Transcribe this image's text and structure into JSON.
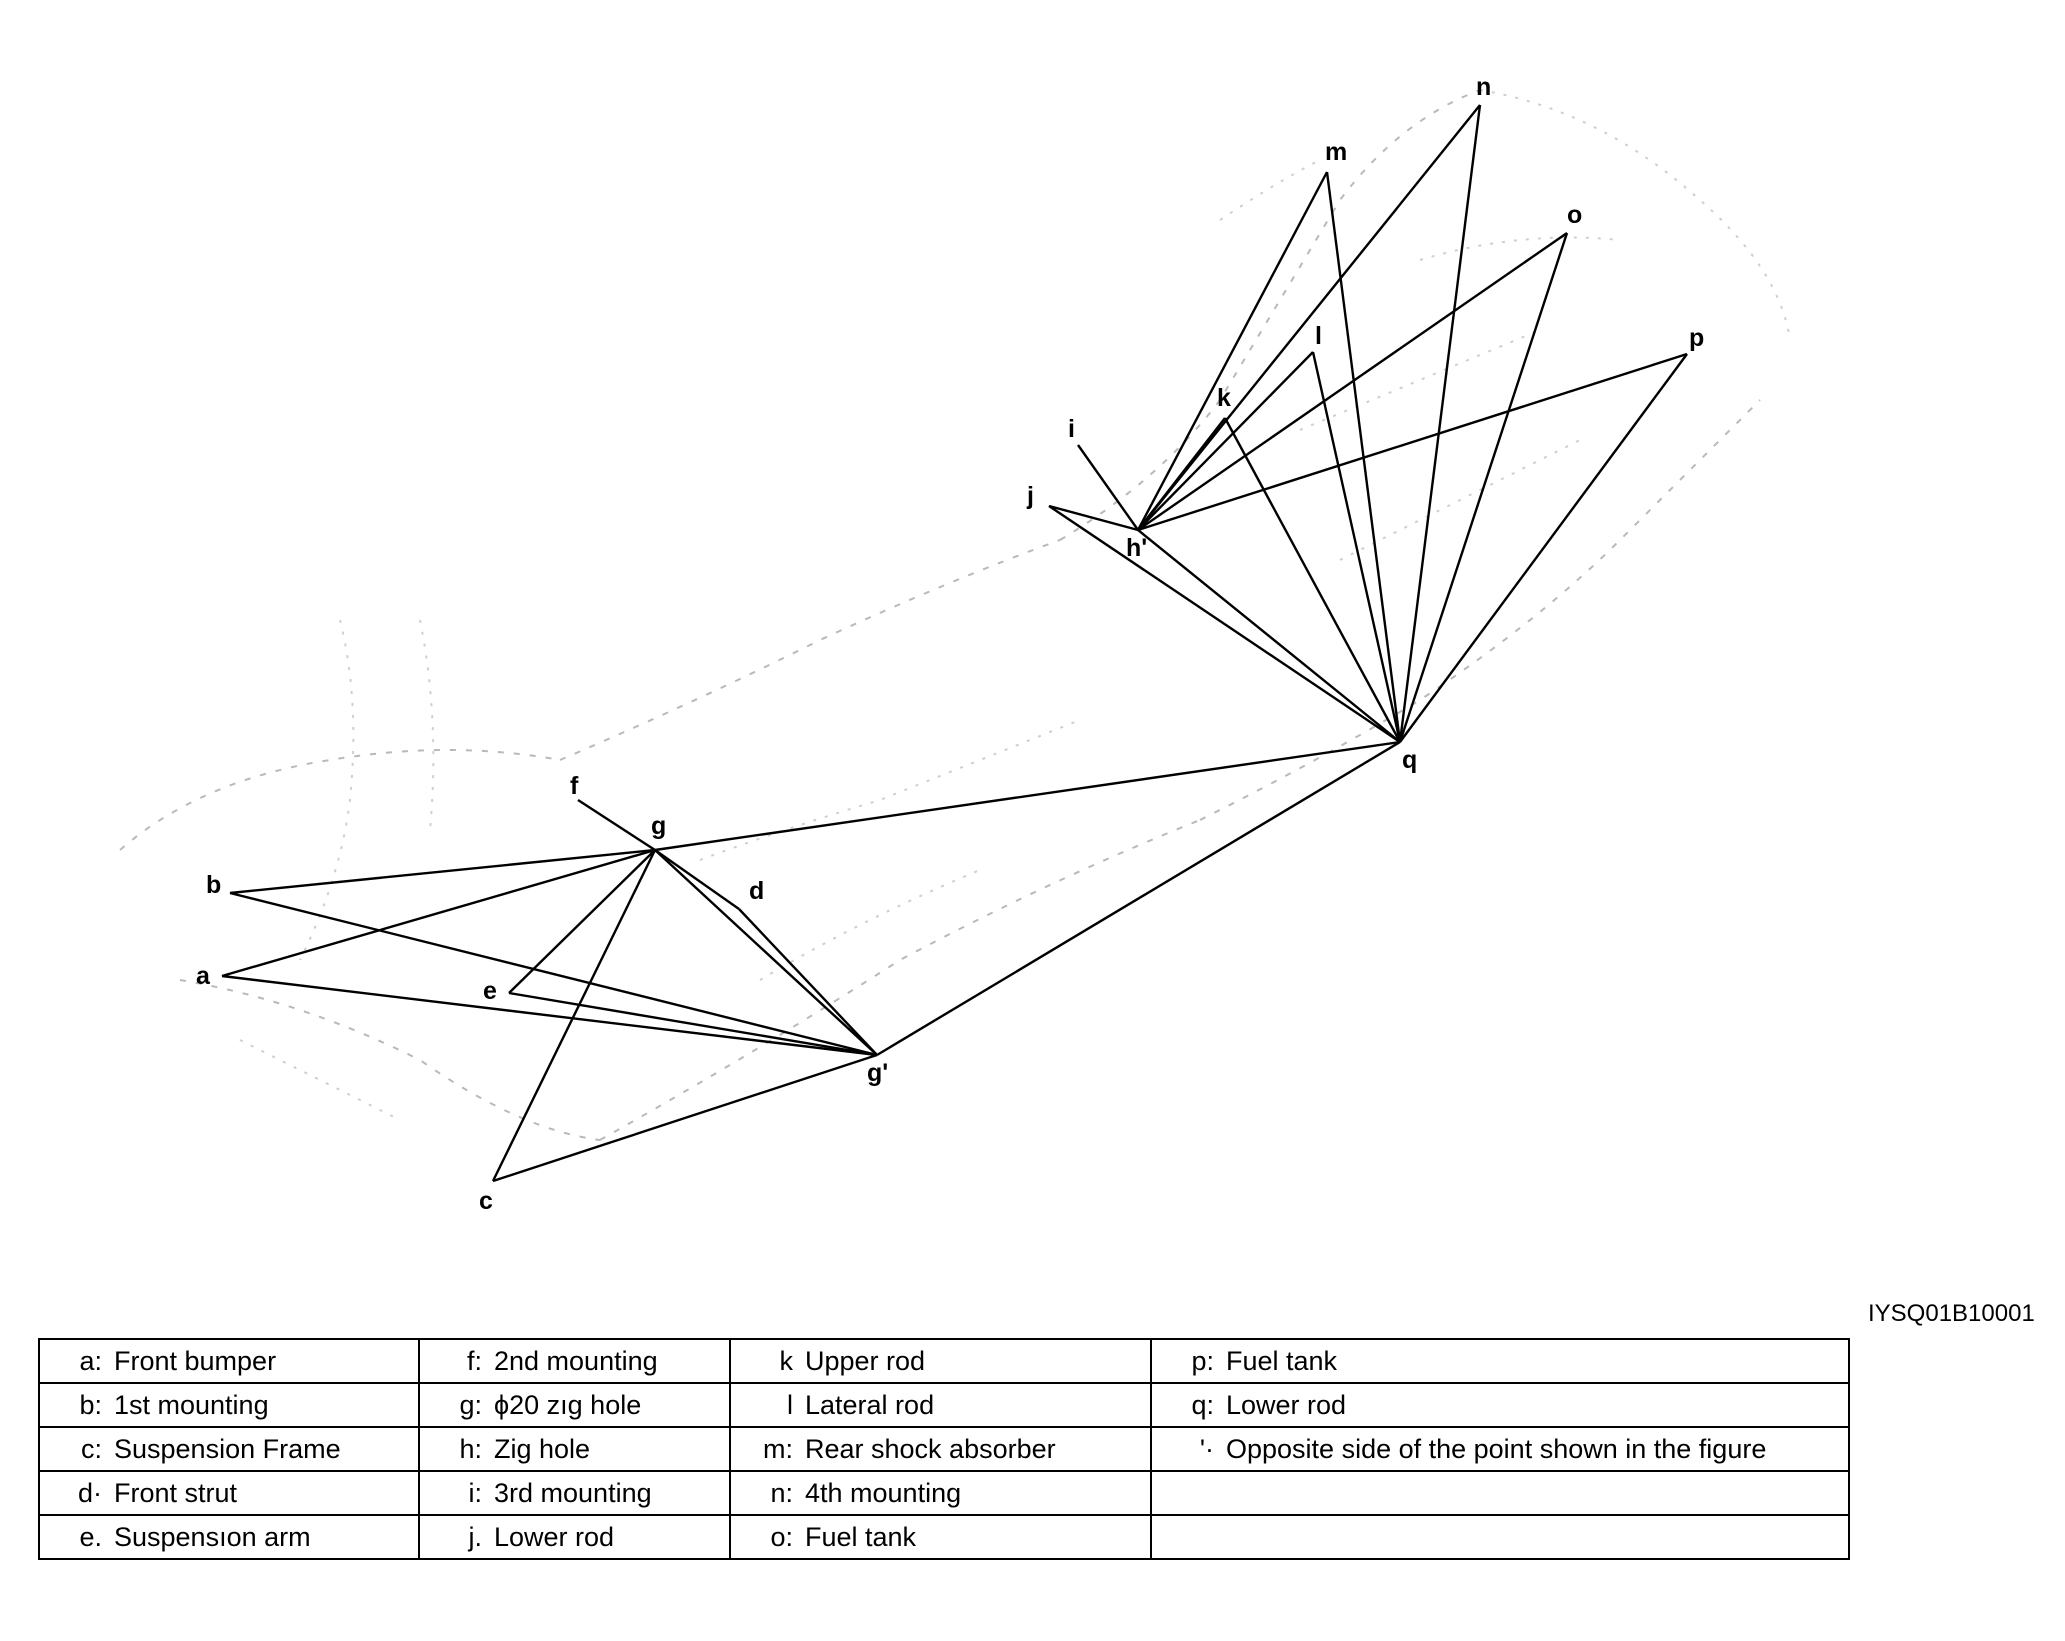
{
  "diagram": {
    "points": [
      {
        "id": "a",
        "label": "a"
      },
      {
        "id": "b",
        "label": "b"
      },
      {
        "id": "c",
        "label": "c"
      },
      {
        "id": "d",
        "label": "d"
      },
      {
        "id": "e",
        "label": "e"
      },
      {
        "id": "f",
        "label": "f"
      },
      {
        "id": "g",
        "label": "g"
      },
      {
        "id": "g2",
        "label": "g'"
      },
      {
        "id": "h",
        "label": "h'"
      },
      {
        "id": "i",
        "label": "i"
      },
      {
        "id": "j",
        "label": "j"
      },
      {
        "id": "k",
        "label": "k"
      },
      {
        "id": "l",
        "label": "l"
      },
      {
        "id": "m",
        "label": "m"
      },
      {
        "id": "n",
        "label": "n"
      },
      {
        "id": "o",
        "label": "o"
      },
      {
        "id": "p",
        "label": "p"
      },
      {
        "id": "q",
        "label": "q"
      }
    ],
    "edges": [
      [
        "b",
        "g"
      ],
      [
        "a",
        "g"
      ],
      [
        "b",
        "g2"
      ],
      [
        "a",
        "g2"
      ],
      [
        "e",
        "g2"
      ],
      [
        "e",
        "g"
      ],
      [
        "f",
        "g"
      ],
      [
        "g",
        "d"
      ],
      [
        "d",
        "g2"
      ],
      [
        "g",
        "g2"
      ],
      [
        "g",
        "c"
      ],
      [
        "c",
        "g2"
      ],
      [
        "g",
        "q"
      ],
      [
        "g2",
        "q"
      ],
      [
        "h",
        "j"
      ],
      [
        "h",
        "i"
      ],
      [
        "h",
        "k"
      ],
      [
        "h",
        "l"
      ],
      [
        "h",
        "m"
      ],
      [
        "h",
        "n"
      ],
      [
        "h",
        "o"
      ],
      [
        "h",
        "p"
      ],
      [
        "h",
        "q"
      ],
      [
        "j",
        "q"
      ],
      [
        "k",
        "q"
      ],
      [
        "l",
        "q"
      ],
      [
        "m",
        "q"
      ],
      [
        "n",
        "q"
      ],
      [
        "o",
        "q"
      ],
      [
        "p",
        "q"
      ]
    ]
  },
  "doc_code": "IYSQ01B10001",
  "legend": {
    "rows": [
      [
        {
          "key": "a:",
          "text": "Front bumper"
        },
        {
          "key": "f:",
          "text": "2nd mounting"
        },
        {
          "key": "k",
          "text": "Upper rod"
        },
        {
          "key": "p:",
          "text": "Fuel tank"
        }
      ],
      [
        {
          "key": "b:",
          "text": "1st mounting"
        },
        {
          "key": "g:",
          "text": "ϕ20 zıg hole"
        },
        {
          "key": "l",
          "text": "Lateral rod"
        },
        {
          "key": "q:",
          "text": "Lower rod"
        }
      ],
      [
        {
          "key": "c:",
          "text": "Suspension Frame"
        },
        {
          "key": "h:",
          "text": "Zig hole"
        },
        {
          "key": "m:",
          "text": "Rear shock absorber"
        },
        {
          "key": "'·",
          "text": "Opposite side of the point shown in the figure"
        }
      ],
      [
        {
          "key": "d·",
          "text": "Front strut"
        },
        {
          "key": "i:",
          "text": "3rd mounting"
        },
        {
          "key": "n:",
          "text": "4th mounting"
        },
        {
          "key": "",
          "text": ""
        }
      ],
      [
        {
          "key": "e.",
          "text": "Suspensıon arm"
        },
        {
          "key": "j.",
          "text": "Lower rod"
        },
        {
          "key": "o:",
          "text": "Fuel tank"
        },
        {
          "key": "",
          "text": ""
        }
      ]
    ]
  }
}
